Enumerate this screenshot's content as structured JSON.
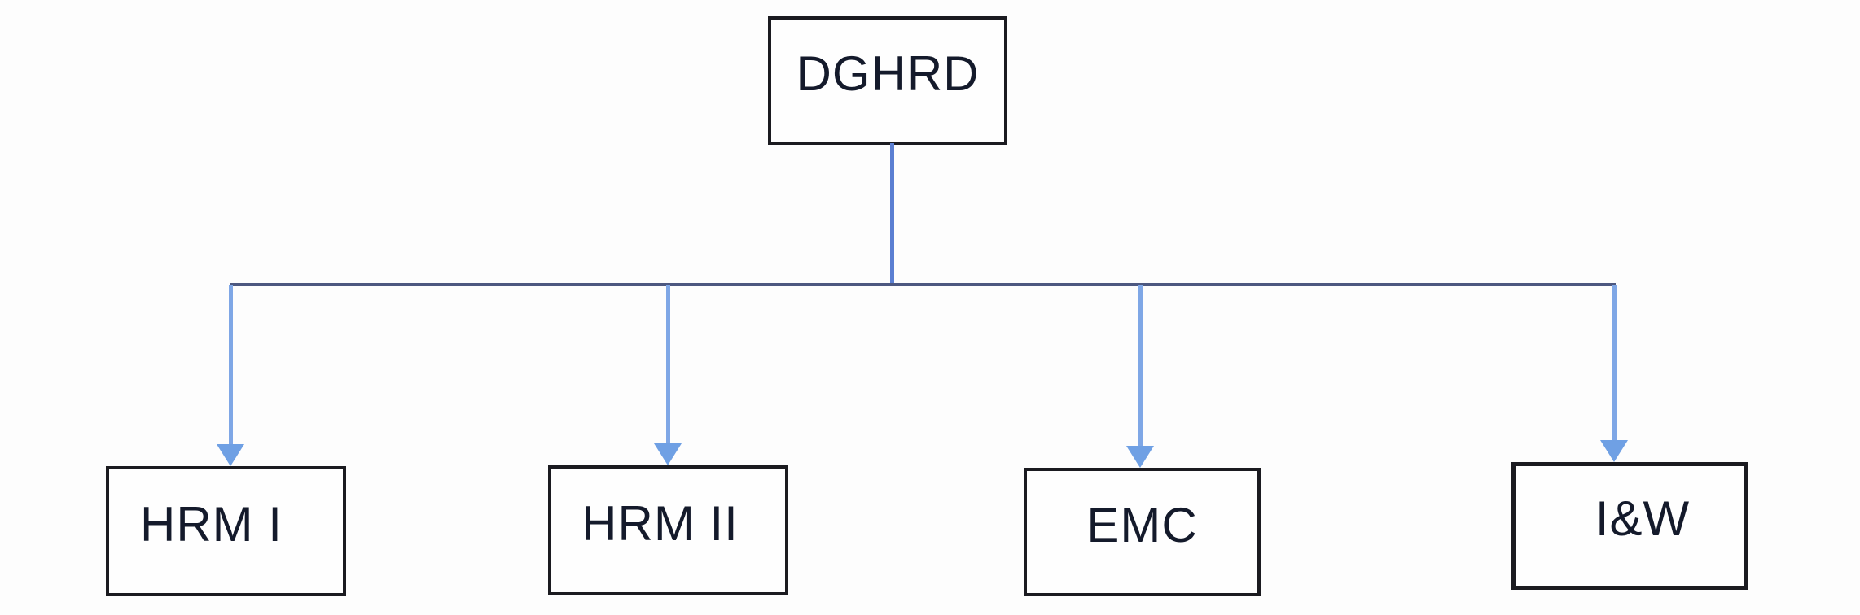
{
  "diagram": {
    "type": "org-chart",
    "nodes": {
      "root": {
        "label": "DGHRD"
      },
      "children": [
        {
          "label": "HRM I"
        },
        {
          "label": "HRM II"
        },
        {
          "label": "EMC"
        },
        {
          "label": "I&W"
        }
      ]
    },
    "edges": [
      {
        "from": "DGHRD",
        "to": "HRM I"
      },
      {
        "from": "DGHRD",
        "to": "HRM II"
      },
      {
        "from": "DGHRD",
        "to": "EMC"
      },
      {
        "from": "DGHRD",
        "to": "I&W"
      }
    ]
  },
  "colors": {
    "background": "#fdfdfd",
    "box_border": "#1b1b20",
    "box_fill": "#fefefe",
    "text": "#141a2b",
    "connector_horizontal": "#4d5880",
    "connector_trunk": "#5b7fd2",
    "arrow": "#7fa7e6",
    "arrow_head": "#6fa0e4"
  }
}
